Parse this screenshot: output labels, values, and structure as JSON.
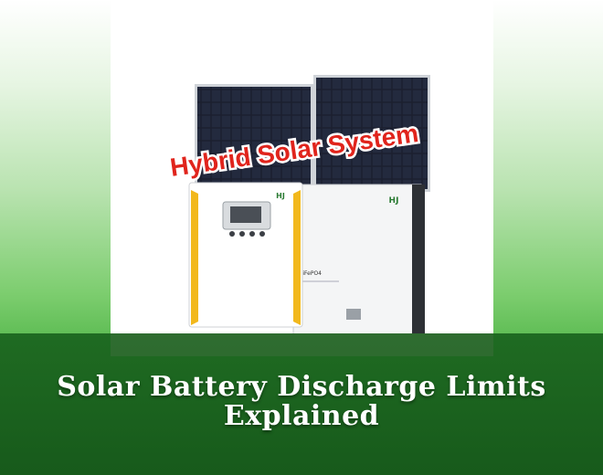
{
  "product_label": "Hybrid Solar System",
  "brand_mark": "HJ",
  "battery_chem": "LiFePO4",
  "article_title": "Solar Battery Discharge Limits Explained",
  "colors": {
    "banner_dark": "#1f6b22",
    "bg_green": "#42ad3c",
    "label_red": "#e0241c",
    "inverter_yellow": "#f2b81c"
  }
}
